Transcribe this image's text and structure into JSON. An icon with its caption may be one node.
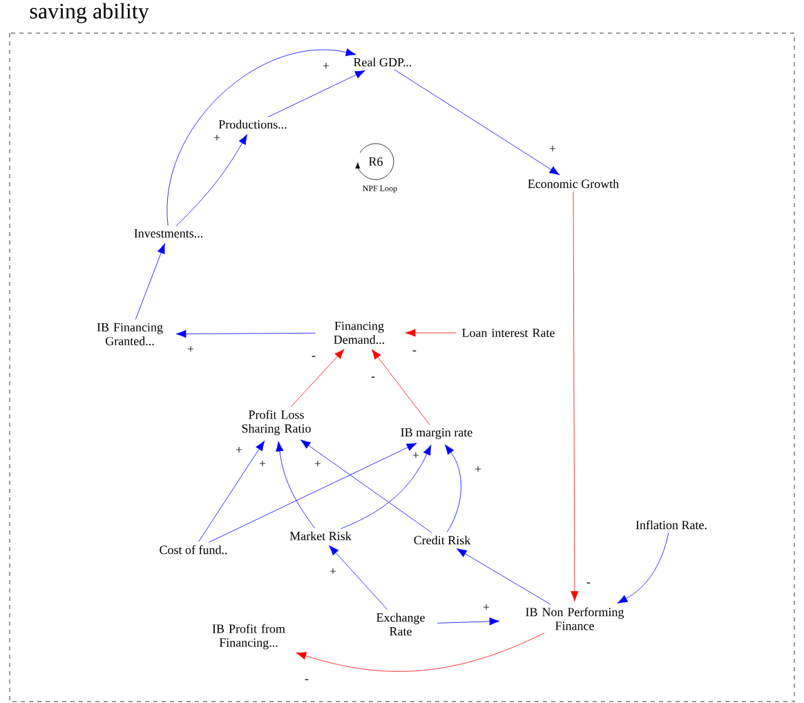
{
  "diagram": {
    "nodes": [
      {
        "text": [
          "Real GDP..."
        ]
      },
      {
        "text": [
          "Productions..."
        ]
      },
      {
        "text": [
          "Economic Growth"
        ]
      },
      {
        "text": [
          "Investments..."
        ]
      },
      {
        "text": [
          "IB Financing Granted..."
        ]
      },
      {
        "text": [
          "Financing Demand..."
        ]
      },
      {
        "text": [
          "Loan interest Rate"
        ]
      },
      {
        "text": [
          "Profit Loss Sharing Ratio"
        ]
      },
      {
        "text": [
          "IB margin rate"
        ]
      },
      {
        "text": [
          "Cost of fund.."
        ]
      },
      {
        "text": [
          "Market Risk"
        ]
      },
      {
        "text": [
          "Credit Risk"
        ]
      },
      {
        "text": [
          "Inflation Rate."
        ]
      },
      {
        "text": [
          "Exchange Rate"
        ]
      },
      {
        "text": [
          "IB Non Performing Finance"
        ]
      },
      {
        "text": [
          "IB Profit from Financing..."
        ]
      }
    ],
    "edges": [
      {
        "from": 3,
        "to": 0,
        "arrow": "to"
      },
      {
        "from": 3,
        "to": 1,
        "arrow": "to",
        "label": "+"
      },
      {
        "from": 1,
        "to": 0,
        "arrow": "to",
        "label": "+"
      },
      {
        "from": 0,
        "to": 2,
        "arrow": "to",
        "label": "+"
      },
      {
        "from": 2,
        "to": 14,
        "arrow": "to",
        "label": "-",
        "color": "#ff0000"
      },
      {
        "from": 4,
        "to": 3,
        "arrow": "to"
      },
      {
        "from": 5,
        "to": 4,
        "arrow": "to",
        "label": "+"
      },
      {
        "from": 6,
        "to": 5,
        "arrow": "to",
        "label": "-",
        "color": "#ff0000"
      },
      {
        "from": 7,
        "to": 5,
        "arrow": "to",
        "label": "-",
        "color": "#ff0000"
      },
      {
        "from": 8,
        "to": 5,
        "arrow": "to",
        "label": "-",
        "color": "#ff0000"
      },
      {
        "from": 9,
        "to": 7,
        "arrow": "to",
        "label": "+"
      },
      {
        "from": 9,
        "to": 8,
        "arrow": "to",
        "label": "+"
      },
      {
        "from": 10,
        "to": 7,
        "arrow": "to",
        "label": "+"
      },
      {
        "from": 10,
        "to": 8,
        "arrow": "to"
      },
      {
        "from": 11,
        "to": 7,
        "arrow": "to",
        "label": "+"
      },
      {
        "from": 11,
        "to": 8,
        "arrow": "to",
        "label": "+"
      },
      {
        "from": 12,
        "to": 14,
        "arrow": "to"
      },
      {
        "from": 13,
        "to": 10,
        "arrow": "to",
        "label": "+"
      },
      {
        "from": 13,
        "to": 14,
        "arrow": "to",
        "label": "+"
      },
      {
        "from": 14,
        "to": 11,
        "arrow": "to"
      },
      {
        "from": 14,
        "to": 15,
        "arrow": "to",
        "label": "-",
        "color": "#ff0000"
      }
    ],
    "labels": [
      "saving ability",
      "R6",
      "NPF Loop"
    ]
  }
}
